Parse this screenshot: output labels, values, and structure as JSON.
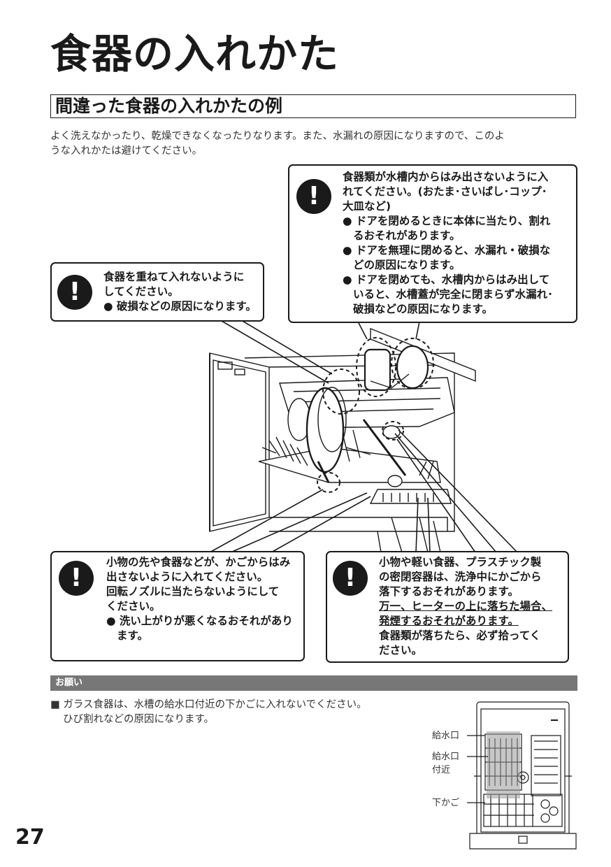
{
  "page": {
    "title": "食器の入れかた",
    "section_title": "間違った食器の入れかたの例",
    "intro": [
      "よく洗えなかったり、乾燥できなくなったりなります。また、水漏れの原因になりますので、このよ",
      "うな入れかたは避けてください。"
    ],
    "page_number": "27"
  },
  "callouts": {
    "warning_icon": "exclamation-warning-icon",
    "top_right": {
      "lines": [
        "食器類が水槽内からはみ出さないように入",
        "れてください。(おたま･さいばし･コップ･",
        "大皿など)"
      ],
      "bullets": [
        [
          "ドアを閉めるときに本体に当たり、割れ",
          "るおそれがあります。"
        ],
        [
          "ドアを無理に閉めると、水漏れ・破損な",
          "どの原因になります。"
        ],
        [
          "ドアを閉めても、水槽内からはみ出して",
          "いると、水槽蓋が完全に閉まらず水漏れ･",
          "破損などの原因になります。"
        ]
      ]
    },
    "left": {
      "lines": [
        "食器を重ねて入れないように",
        "してください。"
      ],
      "bullet": "破損などの原因になります。"
    },
    "bottom_left": {
      "lines": [
        "小物の先や食器などが、かごからはみ",
        "出さないように入れてください。",
        "回転ノズルに当たらないようにして",
        "ください。"
      ],
      "bullet": [
        "洗い上がりが悪くなるおそれがあり",
        "ます。"
      ]
    },
    "bottom_right": {
      "lines": [
        "小物や軽い食器、プラスチック製",
        "の密閉容器は、洗浄中にかごから",
        "落下するおそれがあります。"
      ],
      "underlined": [
        "万一、ヒーターの上に落ちた場合、",
        "発煙するおそれがあります。"
      ],
      "after": [
        "食器類が落ちたら、必ず拾ってく",
        "ださい。"
      ]
    }
  },
  "notice": {
    "heading": "お願い",
    "bullet_mark": "■",
    "text": [
      "ガラス食器は、水槽の給水口付近の下かごに入れないでください。",
      "ひび割れなどの原因になります。"
    ]
  },
  "diagram_labels": {
    "inlet": "給水口",
    "near_inlet_1": "給水口",
    "near_inlet_2": "付近",
    "lower_basket": "下かご"
  }
}
